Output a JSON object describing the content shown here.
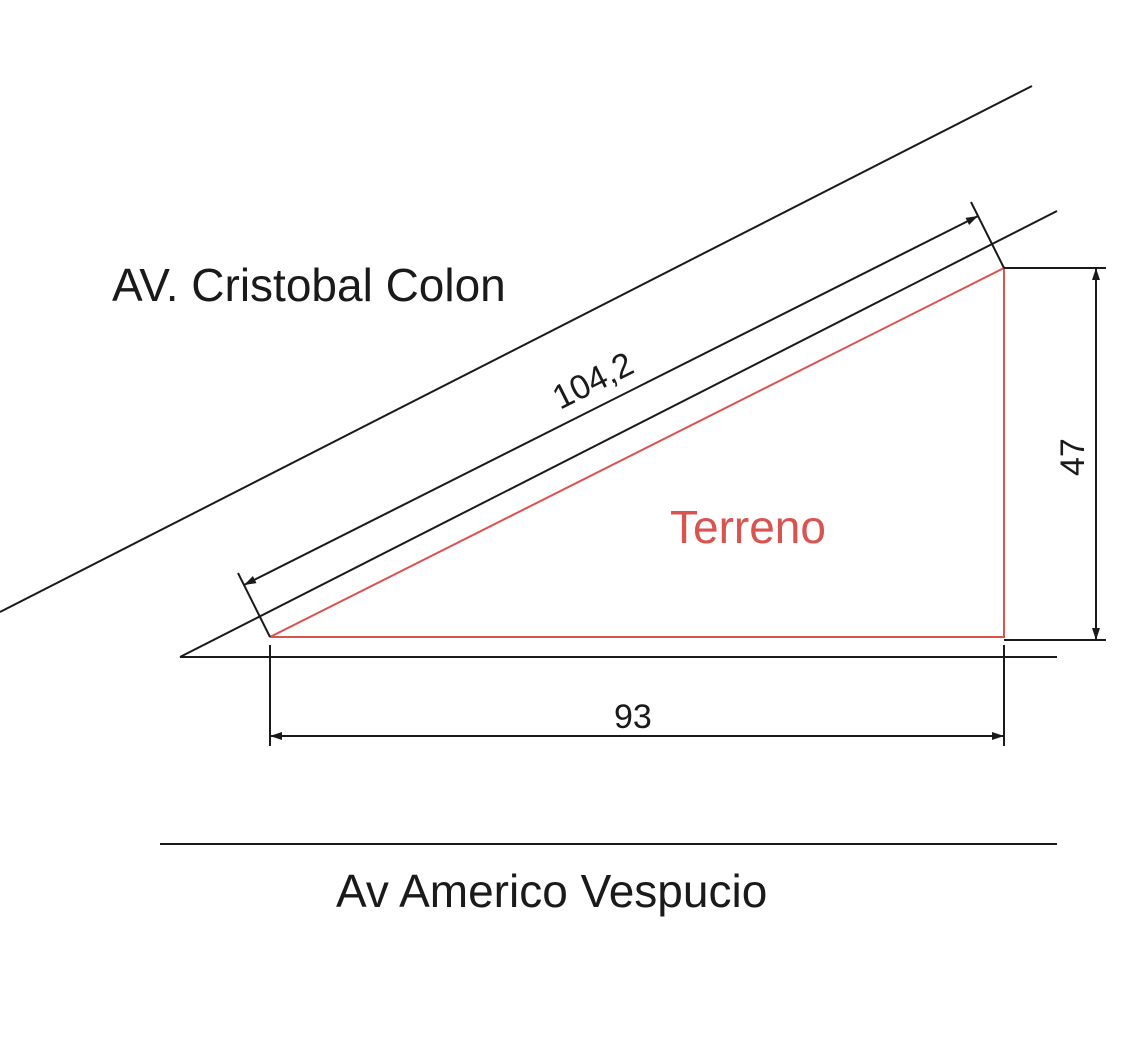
{
  "streets": {
    "top": "AV. Cristobal Colon",
    "bottom": "Av Americo Vespucio"
  },
  "lot": {
    "label": "Terreno",
    "color": "#d9534f"
  },
  "dimensions": {
    "hypotenuse": "104,2",
    "height": "47",
    "base": "93"
  },
  "line_color": "#1a1a1a"
}
